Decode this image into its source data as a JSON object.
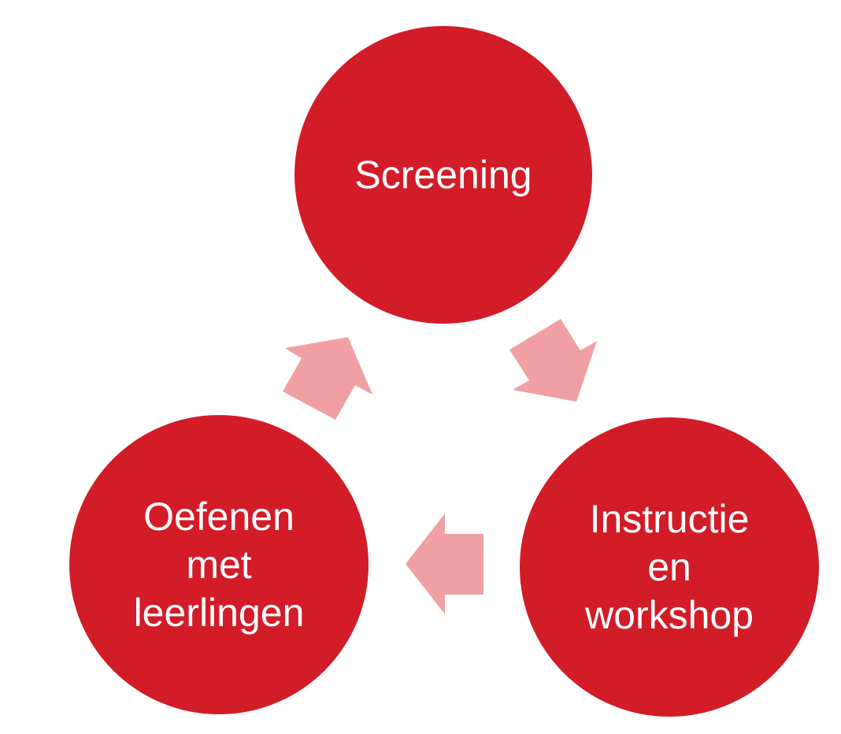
{
  "colors": {
    "node_fill": "#d21c28",
    "node_text": "#ffffff",
    "arrow_fill": "#f0a0a2",
    "background": "#ffffff"
  },
  "nodes": [
    {
      "id": "screening",
      "lines": [
        "Screening"
      ]
    },
    {
      "id": "instructie",
      "lines": [
        "Instructie",
        "en",
        "workshop"
      ]
    },
    {
      "id": "oefenen",
      "lines": [
        "Oefenen",
        "met",
        "leerlingen"
      ]
    }
  ],
  "edges": [
    {
      "from": "screening",
      "to": "instructie"
    },
    {
      "from": "instructie",
      "to": "oefenen"
    },
    {
      "from": "oefenen",
      "to": "screening"
    }
  ]
}
